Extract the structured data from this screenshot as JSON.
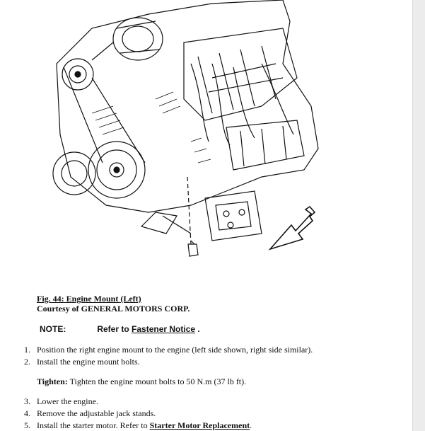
{
  "caption": {
    "figure_title": "Fig. 44: Engine Mount (Left)",
    "courtesy": "Courtesy of GENERAL MOTORS CORP."
  },
  "note": {
    "label": "NOTE:",
    "text_prefix": "Refer to",
    "link": "Fastener Notice",
    "text_suffix": "."
  },
  "steps_a": [
    {
      "num": "1.",
      "text": "Position the right engine mount to the engine (left side shown, right side similar)."
    },
    {
      "num": "2.",
      "text": "Install the engine mount bolts."
    }
  ],
  "tighten": {
    "label": "Tighten:",
    "text": "Tighten the engine mount bolts to 50 N.m (37 lb ft)."
  },
  "steps_b": [
    {
      "num": "3.",
      "text": "Lower the engine."
    },
    {
      "num": "4.",
      "text": "Remove the adjustable jack stands."
    },
    {
      "num": "5.",
      "text_prefix": "Install the starter motor. Refer to",
      "link": "Starter Motor Replacement",
      "text_suffix": "."
    }
  ]
}
